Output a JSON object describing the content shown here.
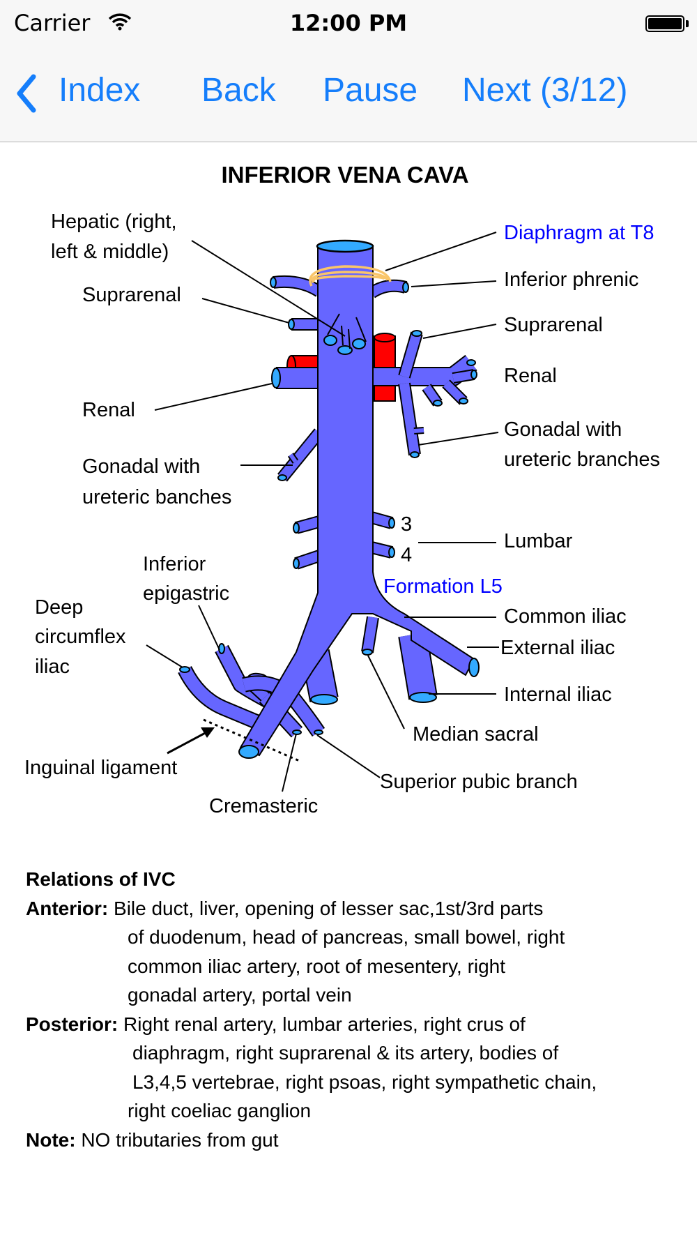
{
  "status_bar": {
    "carrier": "Carrier",
    "time": "12:00 PM",
    "battery_level": 1.0
  },
  "nav": {
    "index": "Index",
    "back": "Back",
    "pause": "Pause",
    "next": "Next (3/12)",
    "accent": "#157efb"
  },
  "diagram": {
    "title": "INFERIOR VENA CAVA",
    "colors": {
      "vein": "#6666ff",
      "lumen": "#33aaff",
      "artery": "#ff0000",
      "diaphragm": "#f9c56a",
      "highlight_text": "#0000ff"
    },
    "labels": {
      "hepatic_1": "Hepatic (right,",
      "hepatic_2": "left & middle)",
      "suprarenal_left": "Suprarenal",
      "renal_left": "Renal",
      "gonadal_left_1": "Gonadal with",
      "gonadal_left_2": "ureteric banches",
      "inferior_epigastric_1": "Inferior",
      "inferior_epigastric_2": "epigastric",
      "deep_circumflex_1": "Deep",
      "deep_circumflex_2": "circumflex",
      "deep_circumflex_3": "iliac",
      "inguinal_ligament": "Inguinal ligament",
      "cremasteric": "Cremasteric",
      "superior_pubic": "Superior pubic branch",
      "median_sacral": "Median sacral",
      "internal_iliac": "Internal iliac",
      "external_iliac": "External iliac",
      "common_iliac": "Common iliac",
      "formation": "Formation L5",
      "lumbar_3": "3",
      "lumbar_4": "4",
      "lumbar": "Lumbar",
      "gonadal_right_1": "Gonadal with",
      "gonadal_right_2": "ureteric branches",
      "renal_right": "Renal",
      "suprarenal_right": "Suprarenal",
      "inferior_phrenic": "Inferior phrenic",
      "diaphragm": "Diaphragm at T8"
    }
  },
  "relations": {
    "heading": "Relations of IVC",
    "anterior_label": "Anterior:",
    "anterior_lines": [
      "Bile duct, liver, opening of lesser sac,1st/3rd parts",
      "of duodenum, head of pancreas, small bowel, right",
      "common iliac artery, root of mesentery, right",
      "gonadal artery, portal vein"
    ],
    "posterior_label": "Posterior:",
    "posterior_lines": [
      "Right renal artery, lumbar arteries, right crus of",
      "diaphragm, right suprarenal & its artery, bodies of",
      "L3,4,5 vertebrae, right psoas, right sympathetic chain,",
      "right  coeliac ganglion"
    ],
    "note_label": "Note:",
    "note_text": "NO tributaries from gut"
  }
}
